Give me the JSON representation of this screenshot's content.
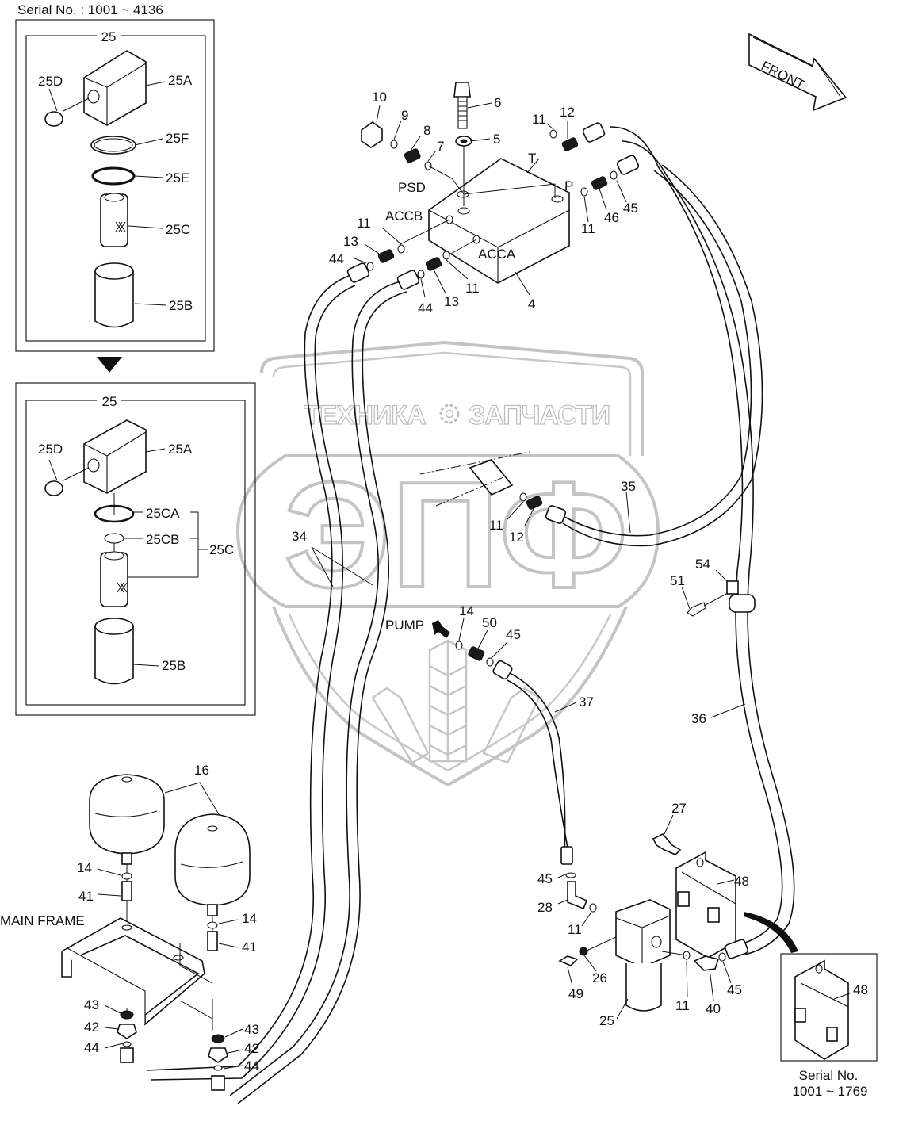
{
  "diagram": {
    "serial_top": "Serial No. : 1001 ~ 4136",
    "serial_inset_line1": "Serial No.",
    "serial_inset_line2": "1001 ~ 1769",
    "front_arrow_label": "FRONT",
    "main_frame_label": "MAIN FRAME",
    "pump_label": "PUMP",
    "watermark": {
      "line1_left": "ТЕХНИКА",
      "line1_right": "ЗАПЧАСТИ",
      "logo_letters": "ЭПФ"
    },
    "filter_box_old": {
      "title": "25",
      "labels": {
        "a": "25A",
        "b": "25B",
        "c": "25C",
        "d": "25D",
        "e": "25E",
        "f": "25F"
      }
    },
    "filter_box_new": {
      "title": "25",
      "labels": {
        "a": "25A",
        "b": "25B",
        "c": "25C",
        "ca": "25CA",
        "cb": "25CB",
        "d": "25D"
      }
    },
    "valve_block": {
      "ports": {
        "psd": "PSD",
        "accb": "ACCB",
        "acca": "ACCA",
        "t": "T",
        "p": "P"
      },
      "callouts": [
        "10",
        "9",
        "8",
        "7",
        "6",
        "5",
        "11",
        "12",
        "11",
        "46",
        "45",
        "11",
        "13",
        "44",
        "11",
        "13",
        "44",
        "4"
      ]
    },
    "hoses": {
      "callout_34": "34",
      "callout_35": "35",
      "callout_36": "36",
      "callout_37": "37",
      "adapter_callouts": [
        "11",
        "12"
      ]
    },
    "pump_line": {
      "callouts": [
        "14",
        "50",
        "45"
      ]
    },
    "clamp": {
      "callouts": [
        "54",
        "51"
      ]
    },
    "accumulators": {
      "callout_16": "16",
      "left": [
        "14",
        "41",
        "43",
        "42",
        "44"
      ],
      "right": [
        "14",
        "41",
        "43",
        "42",
        "44"
      ]
    },
    "filter_assembly": {
      "callouts": {
        "27": "27",
        "48": "48",
        "45a": "45",
        "28": "28",
        "11a": "11",
        "26": "26",
        "49": "49",
        "25": "25",
        "11b": "11",
        "40": "40",
        "45b": "45"
      }
    },
    "inset_bracket": {
      "callout": "48"
    }
  }
}
